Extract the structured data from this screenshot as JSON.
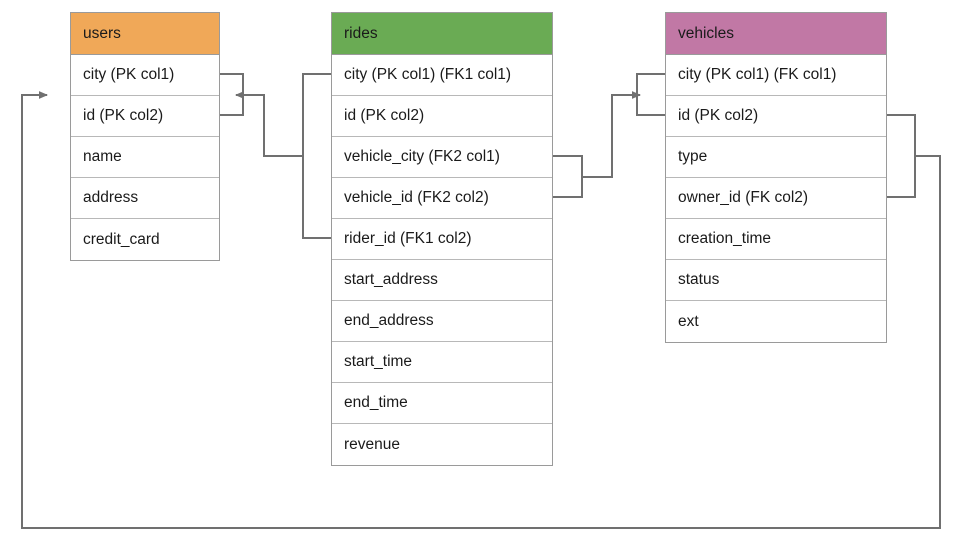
{
  "diagram": {
    "title": "Database schema entity relationship diagram",
    "background": "#ffffff",
    "edge_color": "#707070"
  },
  "tables": [
    {
      "id": "users",
      "name": "users",
      "header_color": "#F0A858",
      "columns": [
        {
          "label": "city (PK col1)"
        },
        {
          "label": "id (PK col2)"
        },
        {
          "label": "name"
        },
        {
          "label": "address"
        },
        {
          "label": "credit_card"
        }
      ]
    },
    {
      "id": "rides",
      "name": "rides",
      "header_color": "#6AAB54",
      "columns": [
        {
          "label": "city (PK col1) (FK1 col1)"
        },
        {
          "label": "id (PK col2)"
        },
        {
          "label": "vehicle_city (FK2 col1)"
        },
        {
          "label": "vehicle_id (FK2 col2)"
        },
        {
          "label": "rider_id (FK1 col2)"
        },
        {
          "label": "start_address"
        },
        {
          "label": "end_address"
        },
        {
          "label": "start_time"
        },
        {
          "label": "end_time"
        },
        {
          "label": "revenue"
        }
      ]
    },
    {
      "id": "vehicles",
      "name": "vehicles",
      "header_color": "#C178A5",
      "columns": [
        {
          "label": "city (PK col1) (FK col1)"
        },
        {
          "label": "id (PK col2)"
        },
        {
          "label": "type"
        },
        {
          "label": "owner_id (FK col2)"
        },
        {
          "label": "creation_time"
        },
        {
          "label": "status"
        },
        {
          "label": "ext"
        }
      ]
    }
  ],
  "relationships": [
    {
      "id": "rides-rider-to-users",
      "from_table": "rides",
      "from_columns": [
        "city (PK col1) (FK1 col1)",
        "rider_id (FK1 col2)"
      ],
      "to_table": "users",
      "to_columns": [
        "city (PK col1)",
        "id (PK col2)"
      ]
    },
    {
      "id": "rides-vehicle-to-vehicles",
      "from_table": "rides",
      "from_columns": [
        "vehicle_city (FK2 col1)",
        "vehicle_id (FK2 col2)"
      ],
      "to_table": "vehicles",
      "to_columns": [
        "city (PK col1) (FK col1)",
        "id (PK col2)"
      ]
    },
    {
      "id": "vehicles-owner-to-users",
      "from_table": "vehicles",
      "from_columns": [
        "id (PK col2)",
        "owner_id (FK col2)"
      ],
      "to_table": "users",
      "to_columns": [
        "city (PK col1)",
        "id (PK col2)"
      ]
    }
  ]
}
